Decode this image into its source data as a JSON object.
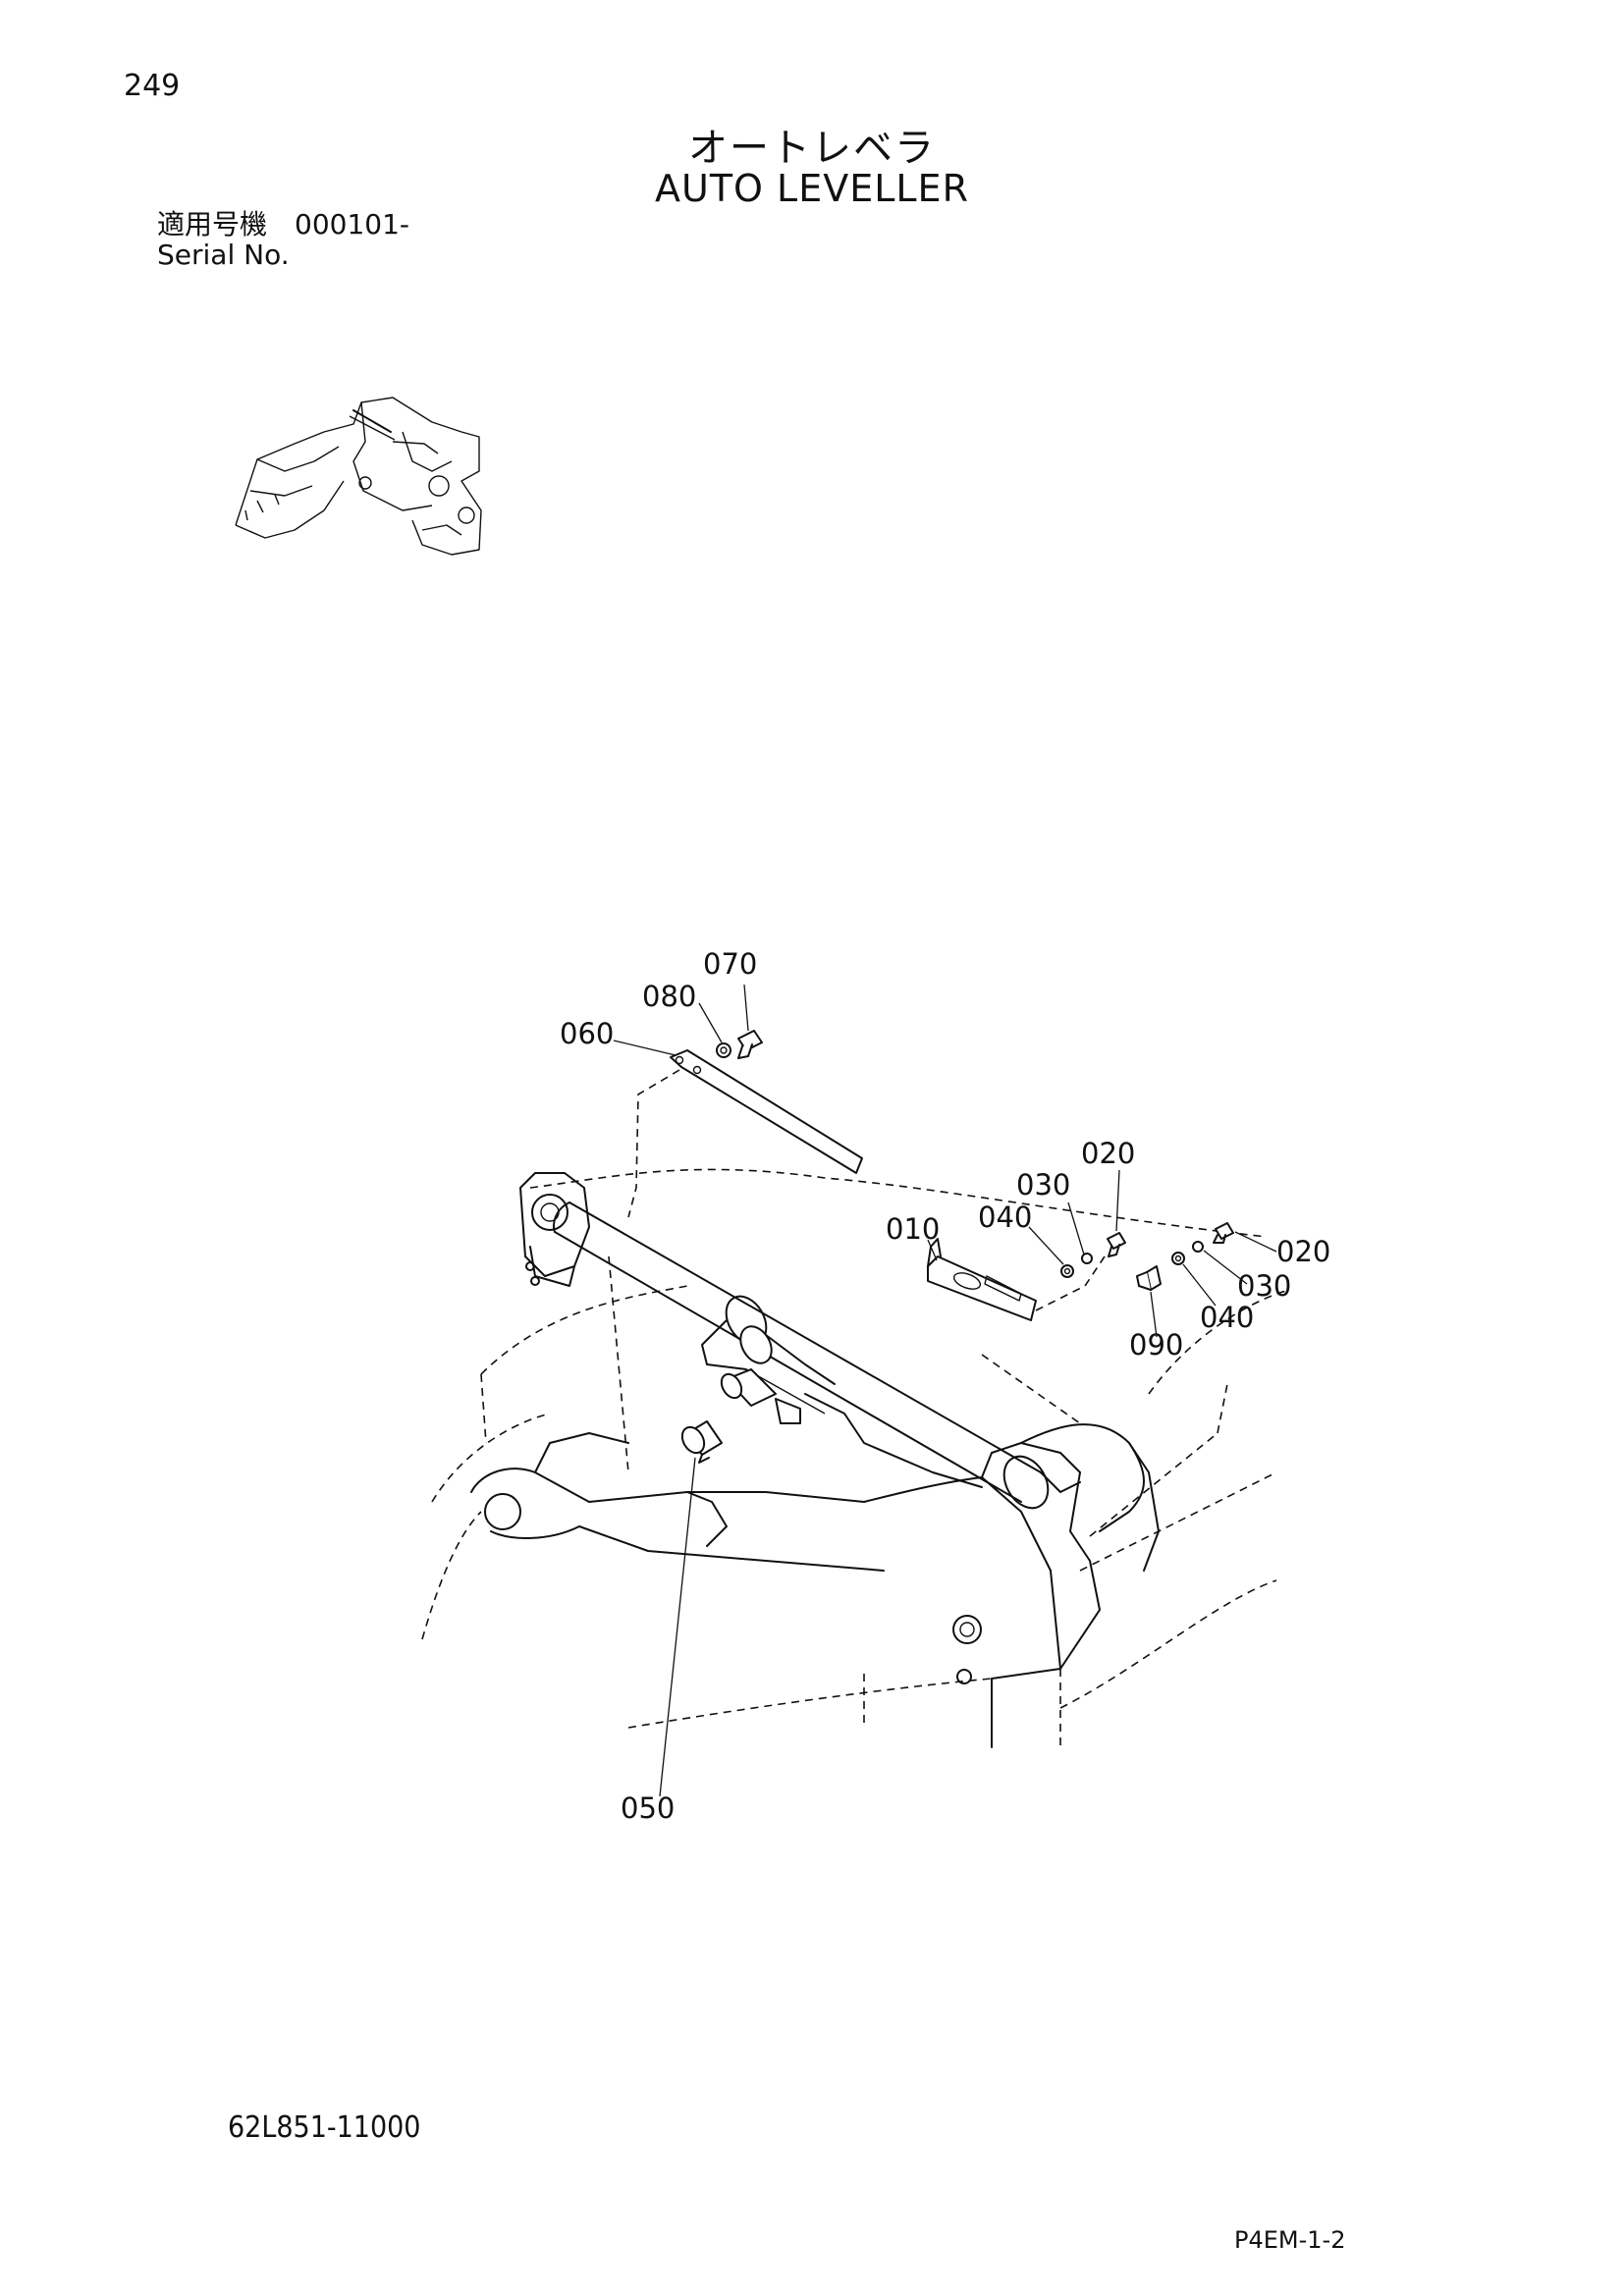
{
  "page_number": "249",
  "title_jp": "オートレベラ",
  "title_en": "AUTO LEVELLER",
  "serial_label_jp": "適用号機　000101-",
  "serial_label_en": "Serial No.",
  "drawing_number": "62L851-11000",
  "page_code": "P4EM-1-2",
  "callouts": {
    "c070": "070",
    "c080": "080",
    "c060": "060",
    "c020a": "020",
    "c030a": "030",
    "c040a": "040",
    "c010": "010",
    "c020b": "020",
    "c030b": "030",
    "c040b": "040",
    "c090": "090",
    "c050": "050"
  }
}
